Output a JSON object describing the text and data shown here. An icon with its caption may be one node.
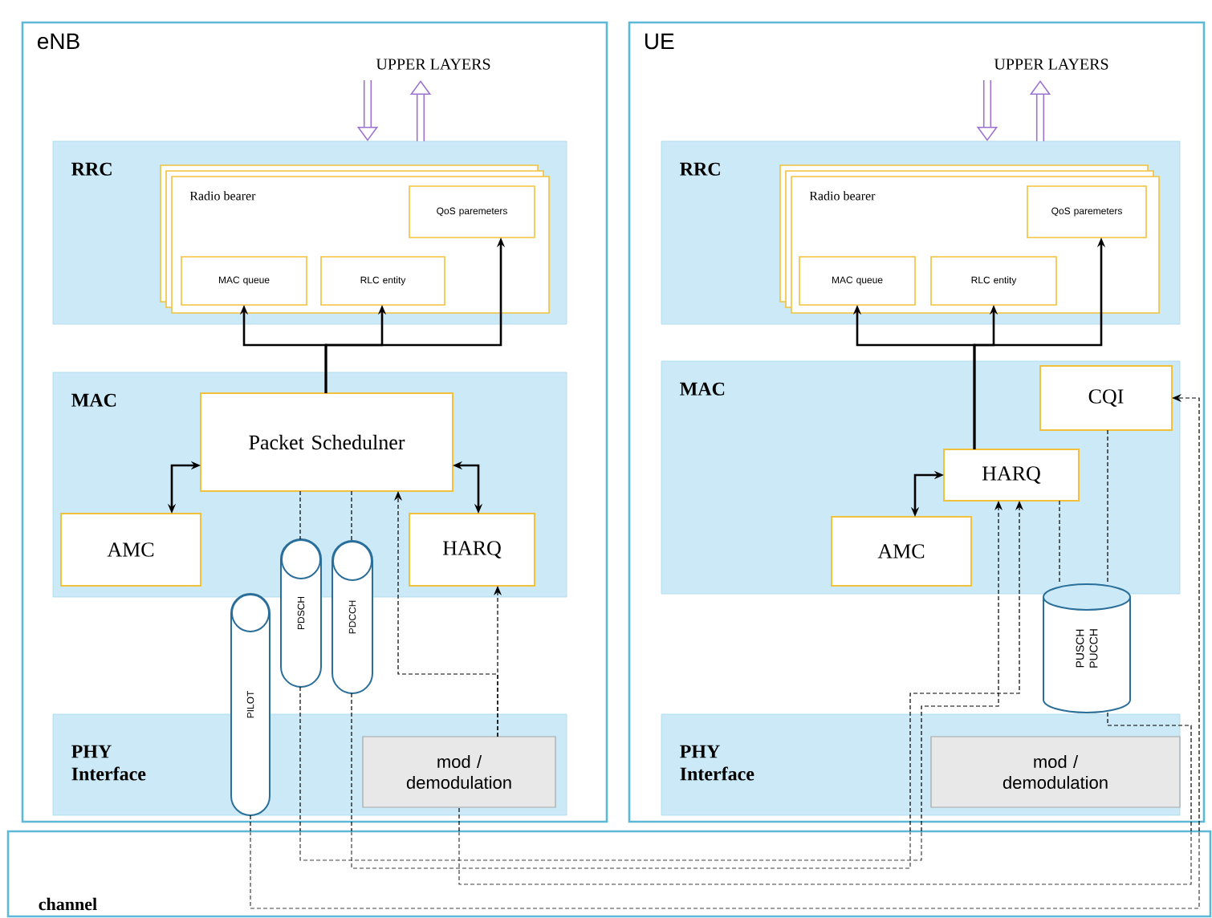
{
  "diagram": {
    "nodes": [
      {
        "text": [
          "eNB"
        ]
      },
      {
        "text": [
          "UPPER LAYERS"
        ],
        "in": 0
      },
      {
        "text": [
          "RRC"
        ],
        "in": 0
      },
      {
        "text": [
          "Radio bearer"
        ],
        "in": 2
      },
      {
        "text": [
          "QoS paremeters"
        ],
        "in": 3
      },
      {
        "text": [
          "MAC queue"
        ],
        "in": 3
      },
      {
        "text": [
          "RLC entity"
        ],
        "in": 3
      },
      {
        "text": [
          "MAC"
        ],
        "in": 0
      },
      {
        "text": [
          "Packet Schedulner"
        ],
        "in": 7
      },
      {
        "text": [
          "AMC"
        ],
        "in": 7
      },
      {
        "text": [
          "HARQ"
        ],
        "in": 7
      },
      {
        "text": [
          "PDSCH"
        ],
        "in": 0
      },
      {
        "text": [
          "PDCCH"
        ],
        "in": 0
      },
      {
        "text": [
          "PILOT"
        ],
        "in": 0
      },
      {
        "text": [
          "PHY Interface"
        ],
        "in": 0
      },
      {
        "text": [
          "mod / demodulation"
        ],
        "in": 14
      },
      {
        "text": [
          "UE"
        ]
      },
      {
        "text": [
          "UPPER LAYERS"
        ],
        "in": 16
      },
      {
        "text": [
          "RRC"
        ],
        "in": 16
      },
      {
        "text": [
          "Radio bearer"
        ],
        "in": 18
      },
      {
        "text": [
          "QoS paremeters"
        ],
        "in": 19
      },
      {
        "text": [
          "MAC queue"
        ],
        "in": 19
      },
      {
        "text": [
          "RLC entity"
        ],
        "in": 19
      },
      {
        "text": [
          "MAC"
        ],
        "in": 16
      },
      {
        "text": [
          "CQI"
        ],
        "in": 23
      },
      {
        "text": [
          "HARQ"
        ],
        "in": 23
      },
      {
        "text": [
          "AMC"
        ],
        "in": 23
      },
      {
        "text": [
          "PUSCH PUCCH"
        ],
        "in": 16
      },
      {
        "text": [
          "PHY Interface"
        ],
        "in": 16
      },
      {
        "text": [
          "mod / demodulation"
        ],
        "in": 28
      },
      {
        "text": [
          "channel"
        ]
      }
    ],
    "edges": [
      {
        "from": 1,
        "to": 2,
        "arrow": "to",
        "style": "thick",
        "color": "#9b72cf"
      },
      {
        "from": 2,
        "to": 1,
        "arrow": "to",
        "style": "thick",
        "color": "#9b72cf"
      },
      {
        "from": 8,
        "to": 5,
        "arrow": "to"
      },
      {
        "from": 8,
        "to": 6,
        "arrow": "to"
      },
      {
        "from": 8,
        "to": 4,
        "arrow": "to"
      },
      {
        "from": 8,
        "to": 9,
        "arrow": "both"
      },
      {
        "from": 8,
        "to": 10,
        "arrow": "both"
      },
      {
        "from": 8,
        "to": 11,
        "arrow": "none",
        "style": "dashed"
      },
      {
        "from": 8,
        "to": 12,
        "arrow": "none",
        "style": "dashed"
      },
      {
        "from": 11,
        "to": 30,
        "arrow": "none",
        "style": "dashed"
      },
      {
        "from": 12,
        "to": 30,
        "arrow": "none",
        "style": "dashed"
      },
      {
        "from": 15,
        "to": 10,
        "arrow": "to",
        "style": "dashed"
      },
      {
        "from": 15,
        "to": 8,
        "arrow": "to",
        "style": "dashed"
      },
      {
        "from": 27,
        "to": 30,
        "arrow": "none",
        "style": "dashed"
      },
      {
        "from": 13,
        "to": 30,
        "arrow": "none",
        "style": "dashed"
      },
      {
        "from": 17,
        "to": 18,
        "arrow": "to",
        "style": "thick",
        "color": "#9b72cf"
      },
      {
        "from": 18,
        "to": 17,
        "arrow": "to",
        "style": "thick",
        "color": "#9b72cf"
      },
      {
        "from": 25,
        "to": 21,
        "arrow": "to"
      },
      {
        "from": 25,
        "to": 22,
        "arrow": "to"
      },
      {
        "from": 25,
        "to": 20,
        "arrow": "to"
      },
      {
        "from": 25,
        "to": 26,
        "arrow": "both"
      },
      {
        "from": 25,
        "to": 27,
        "arrow": "none",
        "style": "dashed"
      },
      {
        "from": 24,
        "to": 27,
        "arrow": "none",
        "style": "dashed"
      },
      {
        "from": 30,
        "to": 25,
        "arrow": "to",
        "style": "dashed"
      },
      {
        "from": 30,
        "to": 25,
        "arrow": "to",
        "style": "dashed"
      },
      {
        "from": 30,
        "to": 15,
        "arrow": "none",
        "style": "dashed"
      },
      {
        "from": 30,
        "to": 24,
        "arrow": "to",
        "style": "dashed"
      }
    ]
  }
}
